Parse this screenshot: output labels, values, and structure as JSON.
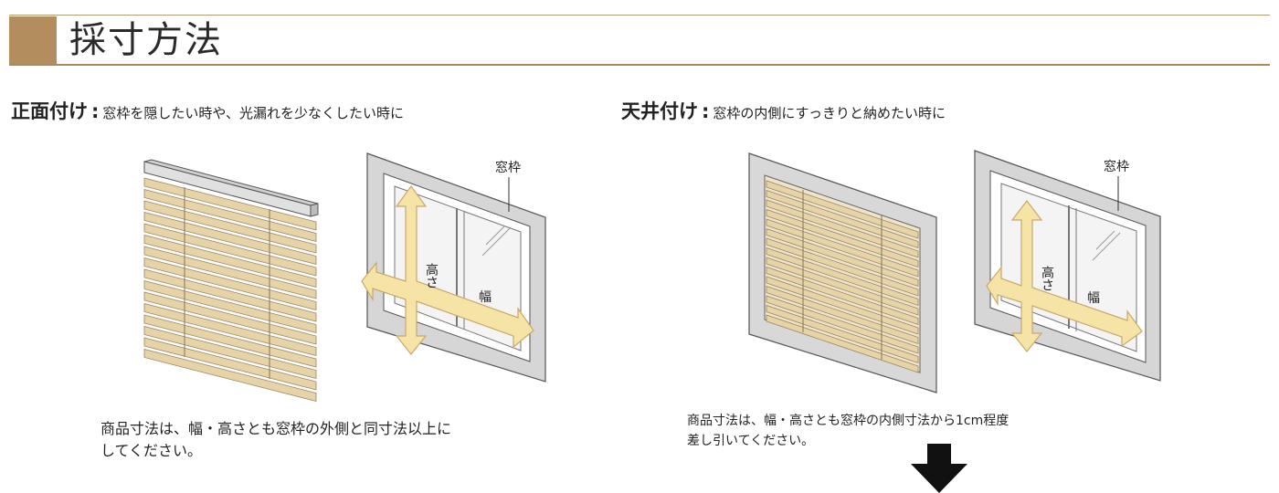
{
  "header": {
    "title": "採寸方法",
    "accent_color": "#b48d5e"
  },
  "sections": [
    {
      "heading": "正面付け",
      "colon": ":",
      "description": "窓枠を隠したい時や、光漏れを少なくしたい時に",
      "frame_label": "窓枠",
      "height_label": "高さ",
      "width_label": "幅",
      "caption_line1": "商品寸法は、幅・高さとも窓枠の外側と同寸法以上に",
      "caption_line2": "してください。"
    },
    {
      "heading": "天井付け",
      "colon": ":",
      "description": "窓枠の内側にすっきりと納めたい時に",
      "frame_label": "窓枠",
      "height_label": "高さ",
      "width_label": "幅",
      "caption_line1": "商品寸法は、幅・高さとも窓枠の内側寸法から1cm程度",
      "caption_line2": "差し引いてください。"
    }
  ],
  "colors": {
    "blind": "#e6d3a8",
    "frame": "#d9d9d9",
    "arrow": "#f6e3a6",
    "down_arrow": "#111111"
  },
  "icons": {
    "down_arrow": "down-arrow-icon"
  }
}
